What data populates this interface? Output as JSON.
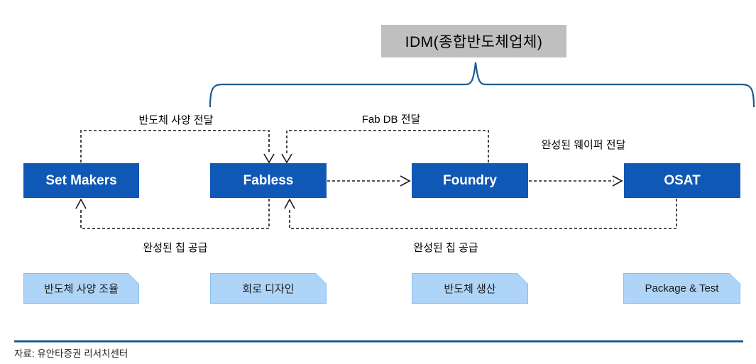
{
  "diagram": {
    "title": "IDM(종합반도체업체)",
    "nodes": [
      {
        "label": "Set Makers",
        "role": "반도체 사양 조율"
      },
      {
        "label": "Fabless",
        "role": "회로 디자인"
      },
      {
        "label": "Foundry",
        "role": "반도체 생산"
      },
      {
        "label": "OSAT",
        "role": "Package & Test"
      }
    ],
    "flows": {
      "spec": "반도체 사양 전달",
      "fabdb": "Fab DB 전달",
      "wafer": "완성된 웨이퍼 전달",
      "chip_left": "완성된 칩 공급",
      "chip_right": "완성된 칩 공급"
    },
    "source": "자료: 유안타증권 리서치센터",
    "colors": {
      "node_blue": "#1058B5",
      "role_fill": "#AED4F7",
      "role_border": "#85BFEC",
      "brace_navy": "#1D5A8C",
      "title_gray": "#BFBFBF",
      "arrow_black": "#1A1A1A"
    }
  }
}
